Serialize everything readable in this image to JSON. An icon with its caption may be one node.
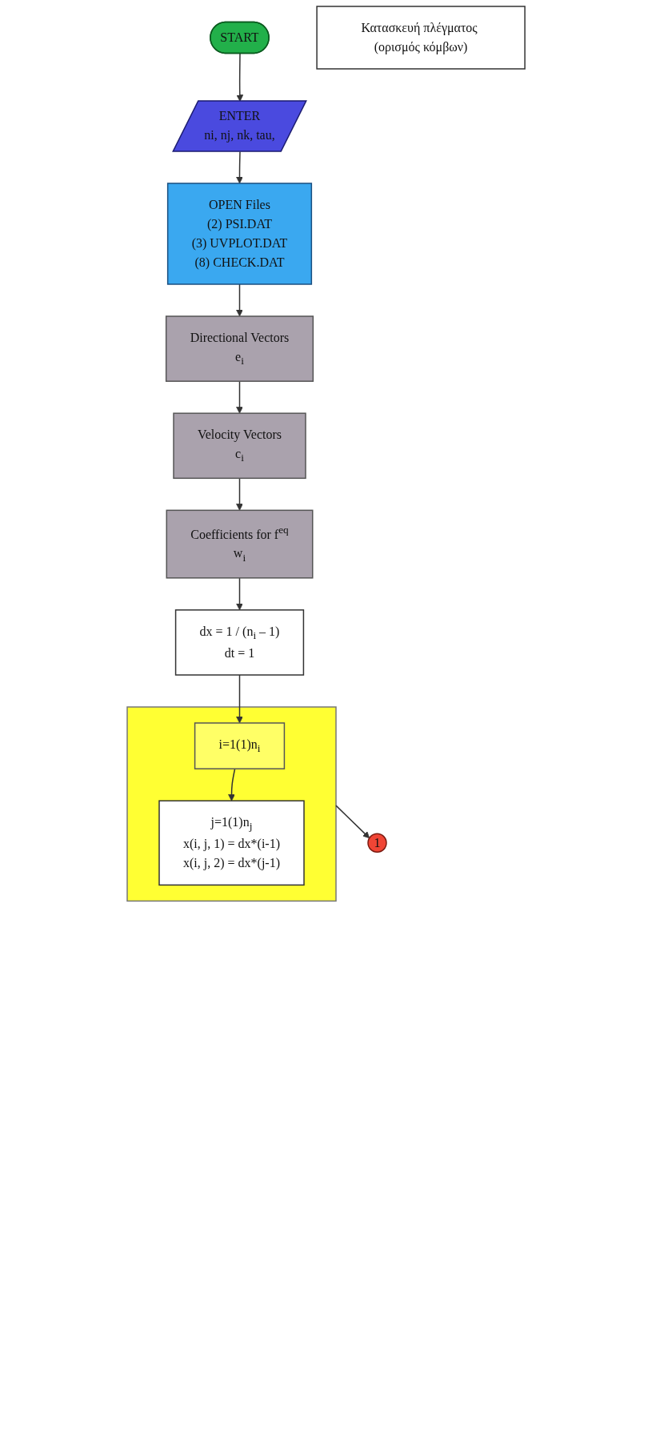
{
  "diagram": {
    "nodes": [
      {
        "text": [
          "START"
        ]
      },
      {
        "text": [
          "ENTER",
          "ni, nj, nk, tau,"
        ]
      },
      {
        "text": [
          "OPEN Files",
          "(2) PSI.DAT",
          "(3) UVPLOT.DAT",
          "(8) CHECK.DAT"
        ]
      },
      {
        "text": [
          "Directional Vectors",
          "e$_{i}$"
        ]
      },
      {
        "text": [
          "Velocity Vectors",
          "c$_{i}$"
        ]
      },
      {
        "text": [
          "Coefficients for f$^{eq}$",
          "w$_{i}$"
        ]
      },
      {
        "text": [
          "dx = 1 / (n$_{i}$ – 1)",
          "dt = 1"
        ]
      },
      {
        "text": [],
        "shape": "box"
      },
      {
        "text": [
          "i=1(1)n$_{i}$"
        ],
        "in": 7
      },
      {
        "text": [
          "j=1(1)n$_{j}$",
          "x(i, j, 1) = dx*(i-1)",
          "x(i, j, 2) = dx*(j-1)"
        ],
        "in": 7
      },
      {
        "text": [
          "Κατασκευή πλέγματος (ορισμός κόμβων)"
        ]
      },
      {
        "text": [
          "1"
        ]
      }
    ],
    "edges": [
      {
        "from": 0,
        "to": 1,
        "arrow": "to"
      },
      {
        "from": 1,
        "to": 2,
        "arrow": "to"
      },
      {
        "from": 2,
        "to": 3,
        "arrow": "to"
      },
      {
        "from": 3,
        "to": 4,
        "arrow": "to"
      },
      {
        "from": 4,
        "to": 5,
        "arrow": "to"
      },
      {
        "from": 5,
        "to": 6,
        "arrow": "to"
      },
      {
        "from": 6,
        "to": 8,
        "arrow": "to"
      },
      {
        "from": 8,
        "to": 9,
        "arrow": "to"
      },
      {
        "from": 7,
        "to": 11,
        "arrow": "to"
      }
    ]
  }
}
